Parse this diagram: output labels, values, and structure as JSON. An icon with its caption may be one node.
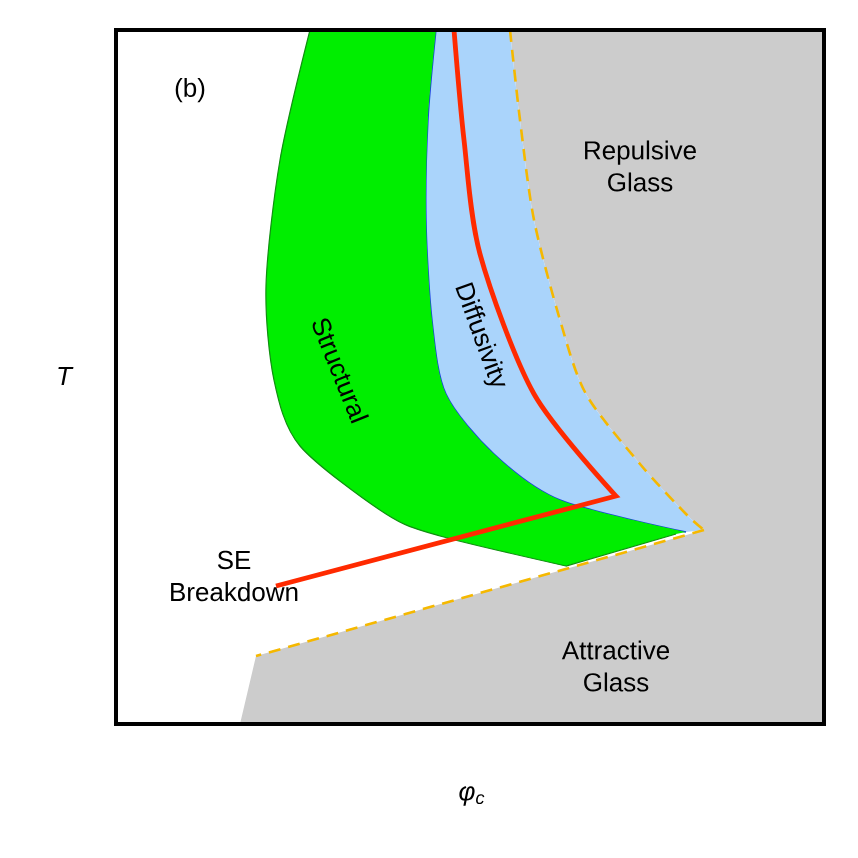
{
  "diagram": {
    "nodes": [
      {
        "text": [
          "Repulsive Glass",
          "Attractive Glass"
        ]
      },
      {
        "text": [
          "Structural"
        ]
      },
      {
        "text": [
          "Diffusivity"
        ]
      }
    ],
    "labels": [
      "(b)",
      "SE Breakdown",
      "T",
      "φ$_{c}$"
    ]
  }
}
